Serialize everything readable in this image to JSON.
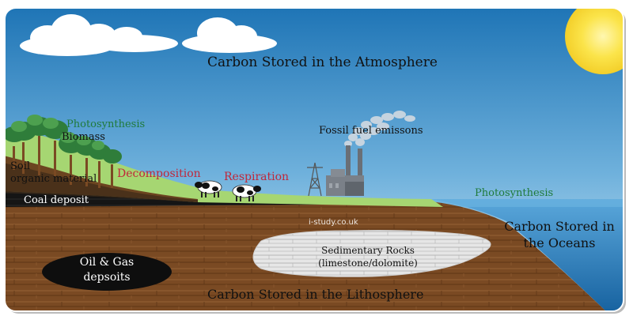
{
  "labels": {
    "atmosphere": "Carbon Stored in the Atmosphere",
    "photosynthesis_land": "Photosynthesis",
    "biomass": "Biomass",
    "soil": "Soil",
    "organic_material": "organic material",
    "coal_deposit": "Coal deposit",
    "decomposition": "Decomposition",
    "respiration": "Respiration",
    "fossil_fuel": "Fossil fuel emissons",
    "photosynthesis_ocean": "Photosynthesis",
    "oceans_line1": "Carbon Stored in",
    "oceans_line2": "the Oceans",
    "watermark": "i-study.co.uk",
    "sedimentary_line1": "Sedimentary Rocks",
    "sedimentary_line2": "(limestone/dolomite)",
    "oil_gas_line1": "Oil & Gas",
    "oil_gas_line2": "depsoits",
    "lithosphere": "Carbon Stored in the Lithosphere"
  },
  "colors": {
    "sky_top": "#1b72b4",
    "sky_bottom": "#c9e3f3",
    "grass": "#a6d672",
    "soil_brown": "#7a4a23",
    "coal": "#1a1a1a",
    "ocean": "#2d86c8",
    "sun": "#fbe44a",
    "process_green": "#1f7a3a",
    "process_red": "#c0273a"
  }
}
